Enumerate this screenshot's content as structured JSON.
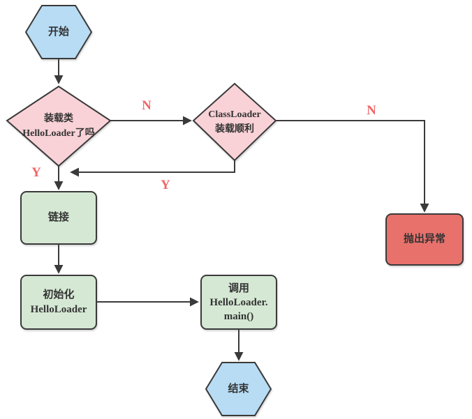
{
  "diagram": {
    "nodes": {
      "start": {
        "label": "开始"
      },
      "check_loaded": {
        "line1": "装载类",
        "line2": "HelloLoader了吗"
      },
      "classloader_ok": {
        "line1": "ClassLoader",
        "line2": "装载顺利"
      },
      "throw_exception": {
        "label": "抛出异常"
      },
      "link": {
        "label": "链接"
      },
      "initialize": {
        "line1": "初始化",
        "line2": "HelloLoader"
      },
      "invoke_main": {
        "line1": "调用",
        "line2": "HelloLoader.",
        "line3": "main()"
      },
      "end": {
        "label": "结束"
      }
    },
    "edge_labels": {
      "n_to_classloader": "N",
      "n_to_exception": "N",
      "y_from_check": "Y",
      "y_from_classloader": "Y"
    },
    "colors": {
      "terminal_fill": "#b7dcf4",
      "decision_fill": "#f9d2d7",
      "process_fill": "#d5e8d4",
      "error_fill": "#e8716c",
      "stroke": "#3a3a3a",
      "text": "#333333",
      "edge_label": "#f16667"
    }
  }
}
